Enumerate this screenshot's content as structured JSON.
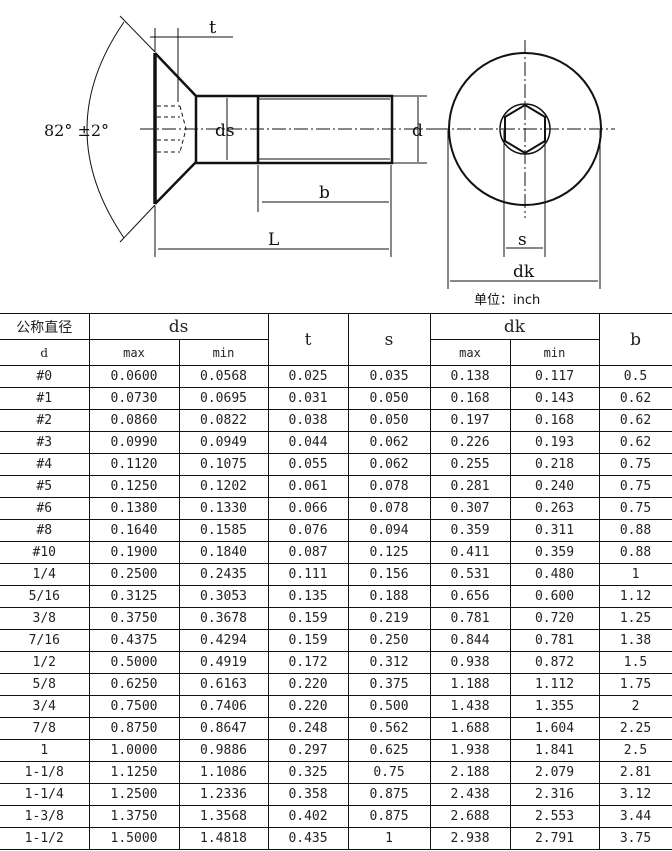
{
  "drawing": {
    "angle_label": "82° ±2°",
    "labels": {
      "t": "t",
      "ds": "ds",
      "d": "d",
      "b": "b",
      "L": "L",
      "s": "s",
      "dk": "dk"
    },
    "unit_label": "单位：inch"
  },
  "table": {
    "header": {
      "nominal_top": "公称直径",
      "nominal_bottom": "d",
      "ds": "ds",
      "t": "t",
      "s": "s",
      "dk": "dk",
      "b": "b",
      "max": "max",
      "min": "min"
    },
    "rows": [
      [
        "#0",
        "0.0600",
        "0.0568",
        "0.025",
        "0.035",
        "0.138",
        "0.117",
        "0.5"
      ],
      [
        "#1",
        "0.0730",
        "0.0695",
        "0.031",
        "0.050",
        "0.168",
        "0.143",
        "0.62"
      ],
      [
        "#2",
        "0.0860",
        "0.0822",
        "0.038",
        "0.050",
        "0.197",
        "0.168",
        "0.62"
      ],
      [
        "#3",
        "0.0990",
        "0.0949",
        "0.044",
        "0.062",
        "0.226",
        "0.193",
        "0.62"
      ],
      [
        "#4",
        "0.1120",
        "0.1075",
        "0.055",
        "0.062",
        "0.255",
        "0.218",
        "0.75"
      ],
      [
        "#5",
        "0.1250",
        "0.1202",
        "0.061",
        "0.078",
        "0.281",
        "0.240",
        "0.75"
      ],
      [
        "#6",
        "0.1380",
        "0.1330",
        "0.066",
        "0.078",
        "0.307",
        "0.263",
        "0.75"
      ],
      [
        "#8",
        "0.1640",
        "0.1585",
        "0.076",
        "0.094",
        "0.359",
        "0.311",
        "0.88"
      ],
      [
        "#10",
        "0.1900",
        "0.1840",
        "0.087",
        "0.125",
        "0.411",
        "0.359",
        "0.88"
      ],
      [
        "1/4",
        "0.2500",
        "0.2435",
        "0.111",
        "0.156",
        "0.531",
        "0.480",
        "1"
      ],
      [
        "5/16",
        "0.3125",
        "0.3053",
        "0.135",
        "0.188",
        "0.656",
        "0.600",
        "1.12"
      ],
      [
        "3/8",
        "0.3750",
        "0.3678",
        "0.159",
        "0.219",
        "0.781",
        "0.720",
        "1.25"
      ],
      [
        "7/16",
        "0.4375",
        "0.4294",
        "0.159",
        "0.250",
        "0.844",
        "0.781",
        "1.38"
      ],
      [
        "1/2",
        "0.5000",
        "0.4919",
        "0.172",
        "0.312",
        "0.938",
        "0.872",
        "1.5"
      ],
      [
        "5/8",
        "0.6250",
        "0.6163",
        "0.220",
        "0.375",
        "1.188",
        "1.112",
        "1.75"
      ],
      [
        "3/4",
        "0.7500",
        "0.7406",
        "0.220",
        "0.500",
        "1.438",
        "1.355",
        "2"
      ],
      [
        "7/8",
        "0.8750",
        "0.8647",
        "0.248",
        "0.562",
        "1.688",
        "1.604",
        "2.25"
      ],
      [
        "1",
        "1.0000",
        "0.9886",
        "0.297",
        "0.625",
        "1.938",
        "1.841",
        "2.5"
      ],
      [
        "1-1/8",
        "1.1250",
        "1.1086",
        "0.325",
        "0.75",
        "2.188",
        "2.079",
        "2.81"
      ],
      [
        "1-1/4",
        "1.2500",
        "1.2336",
        "0.358",
        "0.875",
        "2.438",
        "2.316",
        "3.12"
      ],
      [
        "1-3/8",
        "1.3750",
        "1.3568",
        "0.402",
        "0.875",
        "2.688",
        "2.553",
        "3.44"
      ],
      [
        "1-1/2",
        "1.5000",
        "1.4818",
        "0.435",
        "1",
        "2.938",
        "2.791",
        "3.75"
      ]
    ]
  }
}
